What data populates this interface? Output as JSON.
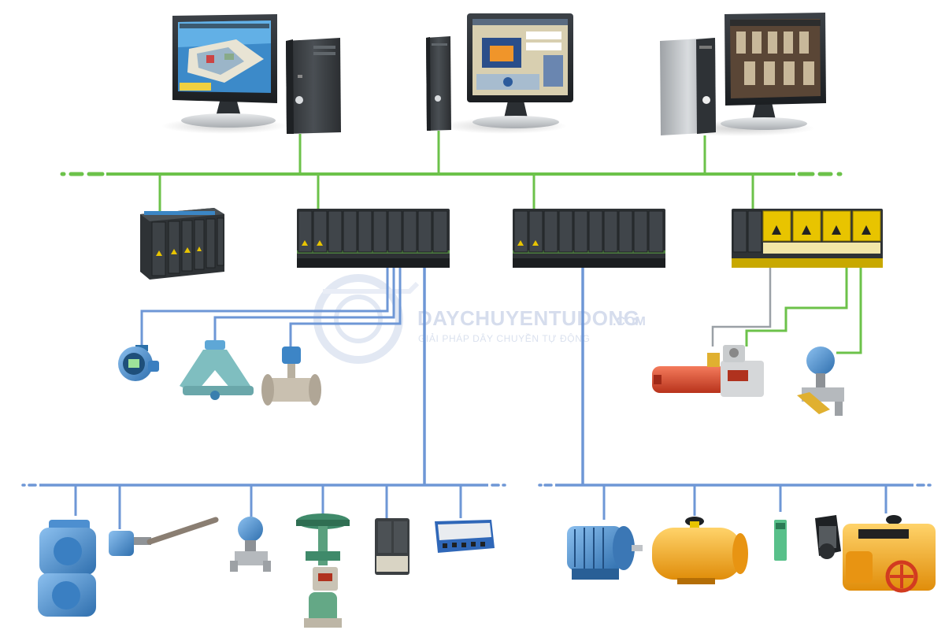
{
  "watermark": {
    "brand": "DAYCHUYENTUDONG",
    "domain_suffix": ".COM",
    "tagline": "GIẢI PHÁP DÂY CHUYỀN TỰ ĐỘNG"
  },
  "colors": {
    "control_network": "#6cc24a",
    "field_network": "#6e97d6",
    "analog_wiring": "#9aa0a6",
    "plc_body": "#3b3f42",
    "yellow_module": "#e8c400",
    "device_blue": "#4f93d6",
    "device_orange": "#f3a21a",
    "watermark": "#cfd8ea"
  },
  "icons": [
    "workstation-plant-overview-icon",
    "workstation-boiler-hmi-icon",
    "workstation-process-hmi-icon",
    "controller-rack-icon",
    "io-rack-icon",
    "intrinsically-safe-io-rack-icon",
    "field-indicator-icon",
    "coriolis-flowmeter-icon",
    "vortex-flowmeter-icon",
    "pneumatic-actuator-icon",
    "pressure-transmitter-icon",
    "explosion-proof-enclosure-icon",
    "temperature-probe-icon",
    "control-valve-icon",
    "io-module-icon",
    "signal-converter-icon",
    "electric-motor-icon",
    "rotary-actuator-icon",
    "proximity-sensor-icon",
    "electric-valve-actuator-icon"
  ]
}
